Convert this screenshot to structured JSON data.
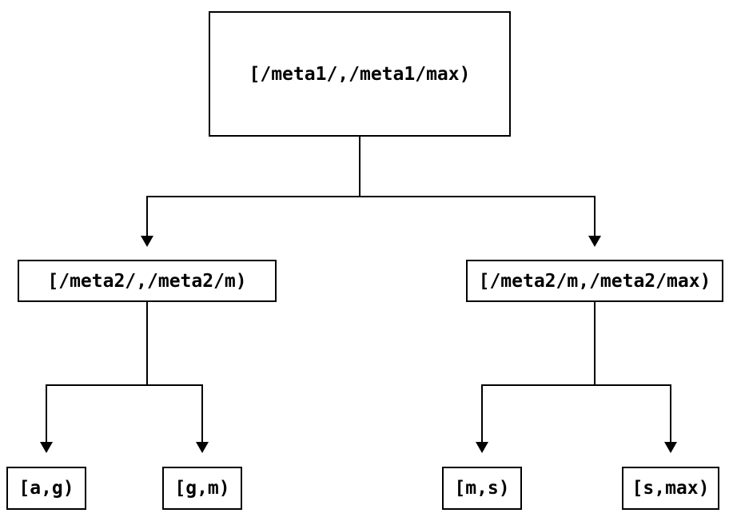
{
  "diagram": {
    "type": "binary-interval-tree",
    "colors": {
      "background": "#ffffff",
      "line": "#000000",
      "text": "#000000"
    },
    "nodes": {
      "root": {
        "label": "[/meta1/,/meta1/max)"
      },
      "meta2_low": {
        "label": "[/meta2/,/meta2/m)"
      },
      "meta2_high": {
        "label": "[/meta2/m,/meta2/max)"
      },
      "leaf_ag": {
        "label": "[a,g)"
      },
      "leaf_gm": {
        "label": "[g,m)"
      },
      "leaf_ms": {
        "label": "[m,s)"
      },
      "leaf_smax": {
        "label": "[s,max)"
      }
    },
    "edges": [
      {
        "from": "root",
        "to": "meta2_low"
      },
      {
        "from": "root",
        "to": "meta2_high"
      },
      {
        "from": "meta2_low",
        "to": "leaf_ag"
      },
      {
        "from": "meta2_low",
        "to": "leaf_gm"
      },
      {
        "from": "meta2_high",
        "to": "leaf_ms"
      },
      {
        "from": "meta2_high",
        "to": "leaf_smax"
      }
    ]
  }
}
